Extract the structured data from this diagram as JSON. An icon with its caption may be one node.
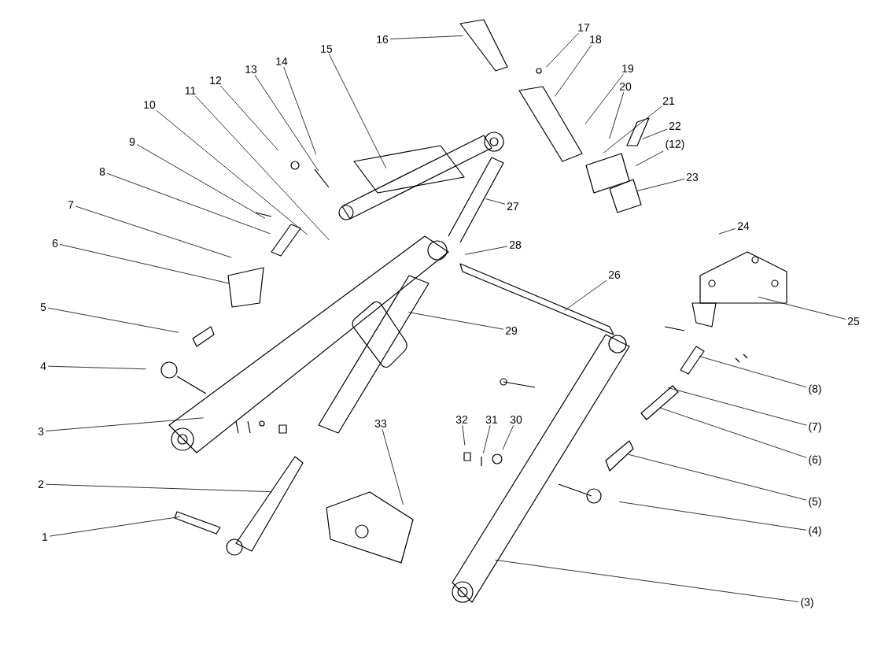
{
  "diagram": {
    "nodes": [
      {
        "text": [
          "1"
        ]
      },
      {
        "text": [
          "2"
        ]
      },
      {
        "text": [
          "3"
        ]
      },
      {
        "text": [
          "4"
        ]
      },
      {
        "text": [
          "5"
        ]
      },
      {
        "text": [
          "6"
        ]
      },
      {
        "text": [
          "7"
        ]
      },
      {
        "text": [
          "8"
        ]
      },
      {
        "text": [
          "9"
        ]
      },
      {
        "text": [
          "10"
        ]
      },
      {
        "text": [
          "11"
        ]
      },
      {
        "text": [
          "12"
        ]
      },
      {
        "text": [
          "13"
        ]
      },
      {
        "text": [
          "14"
        ]
      },
      {
        "text": [
          "15"
        ]
      },
      {
        "text": [
          "16"
        ]
      },
      {
        "text": [
          "17"
        ]
      },
      {
        "text": [
          "18"
        ]
      },
      {
        "text": [
          "19"
        ]
      },
      {
        "text": [
          "20"
        ]
      },
      {
        "text": [
          "21"
        ]
      },
      {
        "text": [
          "22"
        ]
      },
      {
        "text": [
          "(12)"
        ]
      },
      {
        "text": [
          "23"
        ]
      },
      {
        "text": [
          "24"
        ]
      },
      {
        "text": [
          "25"
        ]
      },
      {
        "text": [
          "26"
        ]
      },
      {
        "text": [
          "27"
        ]
      },
      {
        "text": [
          "28"
        ]
      },
      {
        "text": [
          "29"
        ]
      },
      {
        "text": [
          "30"
        ]
      },
      {
        "text": [
          "31"
        ]
      },
      {
        "text": [
          "32"
        ]
      },
      {
        "text": [
          "33"
        ]
      },
      {
        "text": [
          "(8)"
        ]
      },
      {
        "text": [
          "(7)"
        ]
      },
      {
        "text": [
          "(6)"
        ]
      },
      {
        "text": [
          "(5)"
        ]
      },
      {
        "text": [
          "(4)"
        ]
      },
      {
        "text": [
          "(3)"
        ]
      }
    ],
    "edges": [
      {
        "from": 0,
        "to": null,
        "arrow": "none"
      },
      {
        "from": 1,
        "to": null,
        "arrow": "none"
      },
      {
        "from": 2,
        "to": null,
        "arrow": "none"
      },
      {
        "from": 3,
        "to": null,
        "arrow": "none"
      },
      {
        "from": 4,
        "to": null,
        "arrow": "none"
      },
      {
        "from": 5,
        "to": null,
        "arrow": "none"
      },
      {
        "from": 6,
        "to": null,
        "arrow": "none"
      },
      {
        "from": 7,
        "to": null,
        "arrow": "none"
      },
      {
        "from": 8,
        "to": null,
        "arrow": "none"
      },
      {
        "from": 9,
        "to": null,
        "arrow": "none"
      },
      {
        "from": 10,
        "to": null,
        "arrow": "none"
      },
      {
        "from": 11,
        "to": null,
        "arrow": "none"
      },
      {
        "from": 12,
        "to": null,
        "arrow": "none"
      },
      {
        "from": 13,
        "to": null,
        "arrow": "none"
      },
      {
        "from": 14,
        "to": null,
        "arrow": "none"
      },
      {
        "from": 15,
        "to": null,
        "arrow": "none"
      },
      {
        "from": 16,
        "to": null,
        "arrow": "none"
      },
      {
        "from": 17,
        "to": null,
        "arrow": "none"
      },
      {
        "from": 18,
        "to": null,
        "arrow": "none"
      },
      {
        "from": 19,
        "to": null,
        "arrow": "none"
      },
      {
        "from": 20,
        "to": null,
        "arrow": "none"
      },
      {
        "from": 21,
        "to": null,
        "arrow": "none"
      },
      {
        "from": 22,
        "to": null,
        "arrow": "none"
      },
      {
        "from": 23,
        "to": null,
        "arrow": "none"
      },
      {
        "from": 24,
        "to": null,
        "arrow": "none"
      },
      {
        "from": 25,
        "to": null,
        "arrow": "none"
      },
      {
        "from": 26,
        "to": null,
        "arrow": "none"
      },
      {
        "from": 27,
        "to": null,
        "arrow": "none"
      },
      {
        "from": 28,
        "to": null,
        "arrow": "none"
      },
      {
        "from": 29,
        "to": null,
        "arrow": "none"
      },
      {
        "from": 30,
        "to": null,
        "arrow": "none"
      },
      {
        "from": 31,
        "to": null,
        "arrow": "none"
      },
      {
        "from": 32,
        "to": null,
        "arrow": "none"
      },
      {
        "from": 33,
        "to": null,
        "arrow": "none"
      },
      {
        "from": 34,
        "to": null,
        "arrow": "none"
      },
      {
        "from": 35,
        "to": null,
        "arrow": "none"
      },
      {
        "from": 36,
        "to": null,
        "arrow": "none"
      },
      {
        "from": 37,
        "to": null,
        "arrow": "none"
      },
      {
        "from": 38,
        "to": null,
        "arrow": "none"
      },
      {
        "from": 39,
        "to": null,
        "arrow": "none"
      }
    ]
  }
}
